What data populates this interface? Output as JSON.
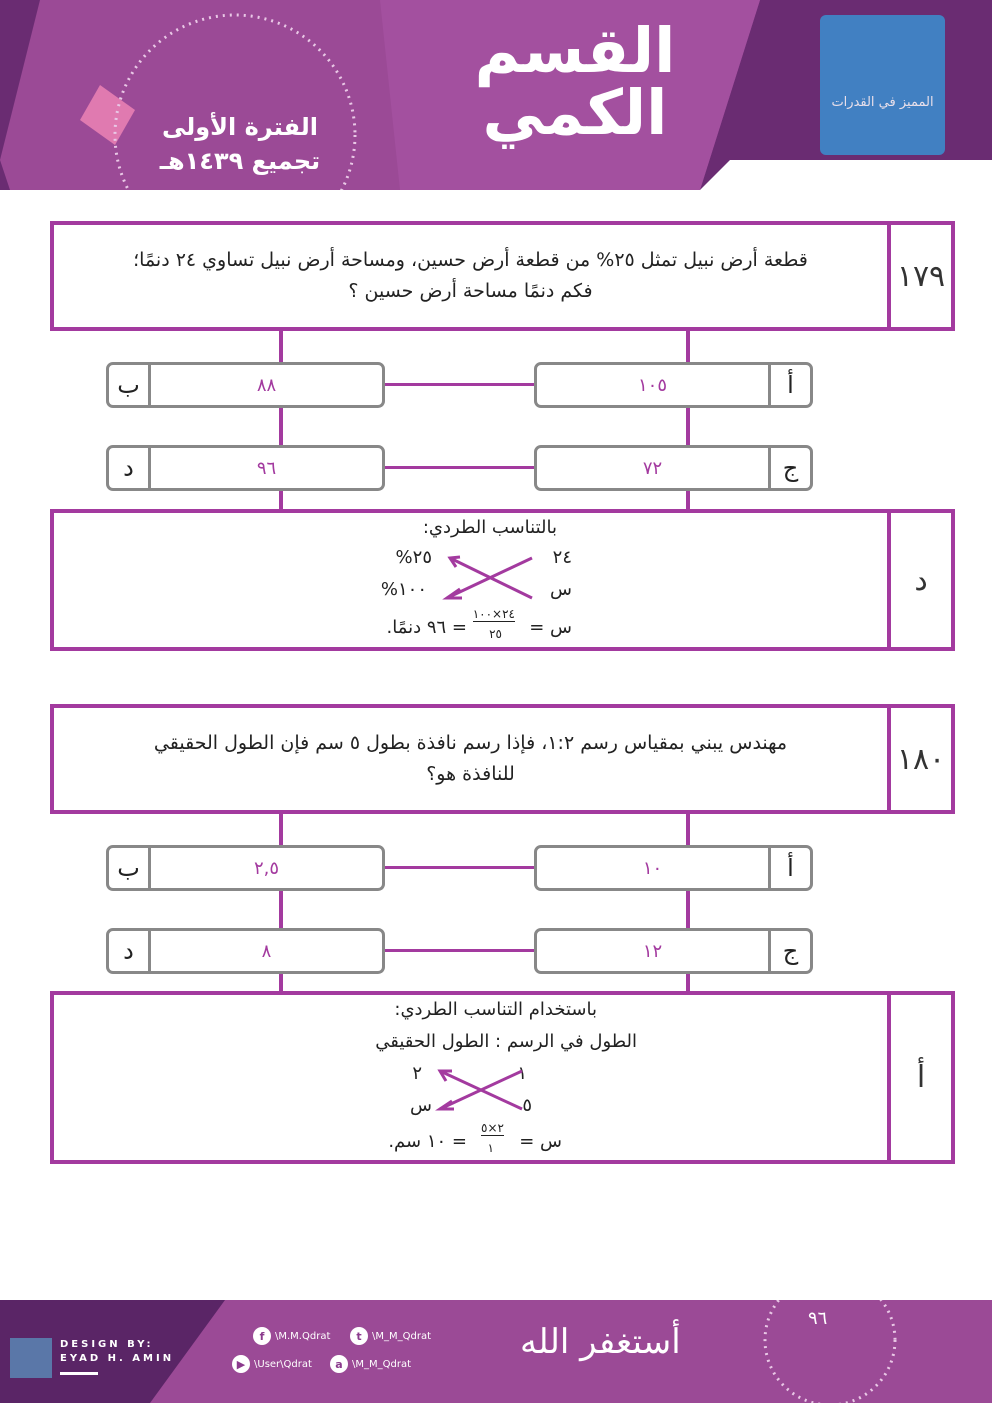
{
  "header": {
    "title_line1": "القسم",
    "title_line2": "الكمي",
    "badge_line1": "الفترة الأولى",
    "badge_line2": "تجميع ١٤٣٩هـ",
    "logo_text": "المميز في القدرات"
  },
  "questions": [
    {
      "number": "١٧٩",
      "text_line1": "قطعة أرض نبيل تمثل ٢٥% من قطعة أرض حسين، ومساحة أرض نبيل تساوي ٢٤ دنمًا؛",
      "text_line2": "فكم دنمًا مساحة أرض حسين ؟",
      "options": [
        {
          "letter": "أ",
          "value": "١٠٥"
        },
        {
          "letter": "ب",
          "value": "٨٨"
        },
        {
          "letter": "ج",
          "value": "٧٢"
        },
        {
          "letter": "د",
          "value": "٩٦"
        }
      ],
      "answer": "د",
      "solution": {
        "heading": "بالتناسب الطردي:",
        "r1a": "٢٤",
        "r1b": "٢٥%",
        "r2a": "س",
        "r2b": "١٠٠%",
        "eq_lhs": "س =",
        "numerator": "٢٤×١٠٠",
        "denominator": "٢٥",
        "eq_rhs": "= ٩٦ دنمًا."
      }
    },
    {
      "number": "١٨٠",
      "text_line1": "مهندس يبني بمقياس رسم ١:٢، فإذا رسم نافذة بطول ٥ سم فإن الطول الحقيقي",
      "text_line2": "للنافذة هو؟",
      "options": [
        {
          "letter": "أ",
          "value": "١٠"
        },
        {
          "letter": "ب",
          "value": "٢,٥"
        },
        {
          "letter": "ج",
          "value": "١٢"
        },
        {
          "letter": "د",
          "value": "٨"
        }
      ],
      "answer": "أ",
      "solution": {
        "heading": "باستخدام التناسب الطردي:",
        "subheading": "الطول في الرسم : الطول الحقيقي",
        "r1a": "١",
        "r1b": "٢",
        "r2a": "٥",
        "r2b": "س",
        "eq_lhs": "س =",
        "numerator": "٢×٥",
        "denominator": "١",
        "eq_rhs": "= ١٠ سم."
      }
    }
  ],
  "footer": {
    "design_by": "DESIGN BY:",
    "designer": "EYAD H. AMIN",
    "facebook": "\\M.M.Qdrat",
    "twitter": "\\M_M_Qdrat",
    "youtube": "\\User\\Qdrat",
    "ask": "\\M_M_Qdrat",
    "calligraphy": "أستغفر الله",
    "page_number": "٩٦"
  }
}
